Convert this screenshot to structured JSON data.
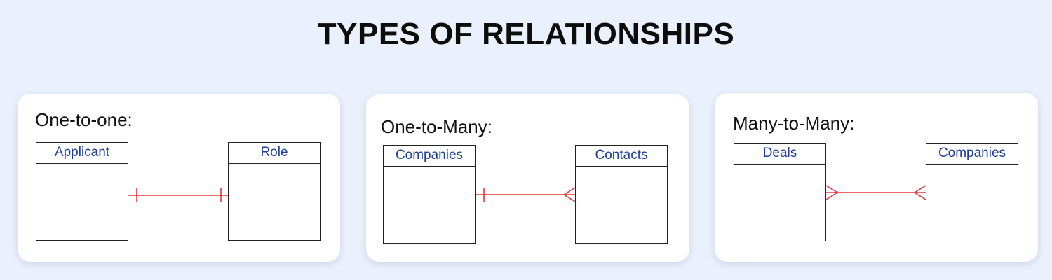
{
  "title": "TYPES OF RELATIONSHIPS",
  "colors": {
    "background": "#eaf0fc",
    "card": "#ffffff",
    "entity_label": "#1f3f94",
    "relationship_line": "#e0393b"
  },
  "panels": [
    {
      "label": "One-to-one:",
      "left_entity": "Applicant",
      "right_entity": "Role",
      "left_end": "one",
      "right_end": "one"
    },
    {
      "label": "One-to-Many:",
      "left_entity": "Companies",
      "right_entity": "Contacts",
      "left_end": "one",
      "right_end": "many"
    },
    {
      "label": "Many-to-Many:",
      "left_entity": "Deals",
      "right_entity": "Companies",
      "left_end": "many",
      "right_end": "many"
    }
  ]
}
